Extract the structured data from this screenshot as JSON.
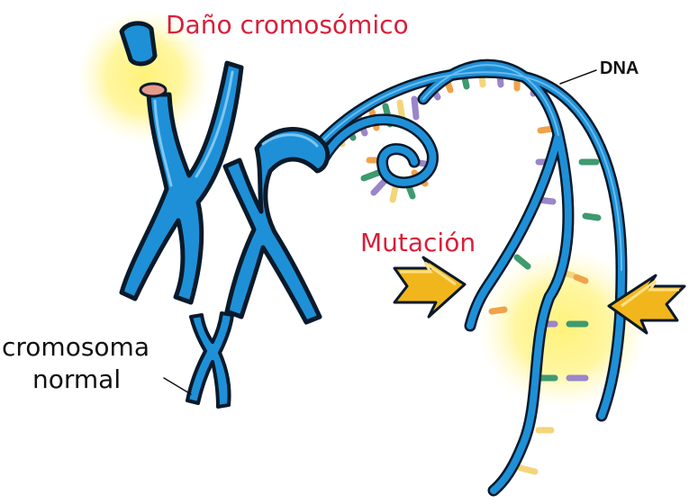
{
  "labels": {
    "damage": "Daño cromosómico",
    "mutation": "Mutación",
    "dna": "DNA",
    "normal_line1": "cromosoma",
    "normal_line2": "normal"
  },
  "colors": {
    "label_red": "#d81f3a",
    "label_black": "#111111",
    "chromosome_blue": "#1e90d8",
    "outline": "#0a1a2a",
    "highlight": "#fff27a",
    "arrow": "#f2b61d",
    "rung_orange": "#f0a24a",
    "rung_green": "#3f9a6f",
    "rung_purple": "#9a86c9",
    "rung_yellow": "#f4d57a",
    "break_tip": "#e79a8a"
  },
  "icons": {
    "arrows": [
      "arrow-right-icon",
      "arrow-left-icon"
    ]
  }
}
